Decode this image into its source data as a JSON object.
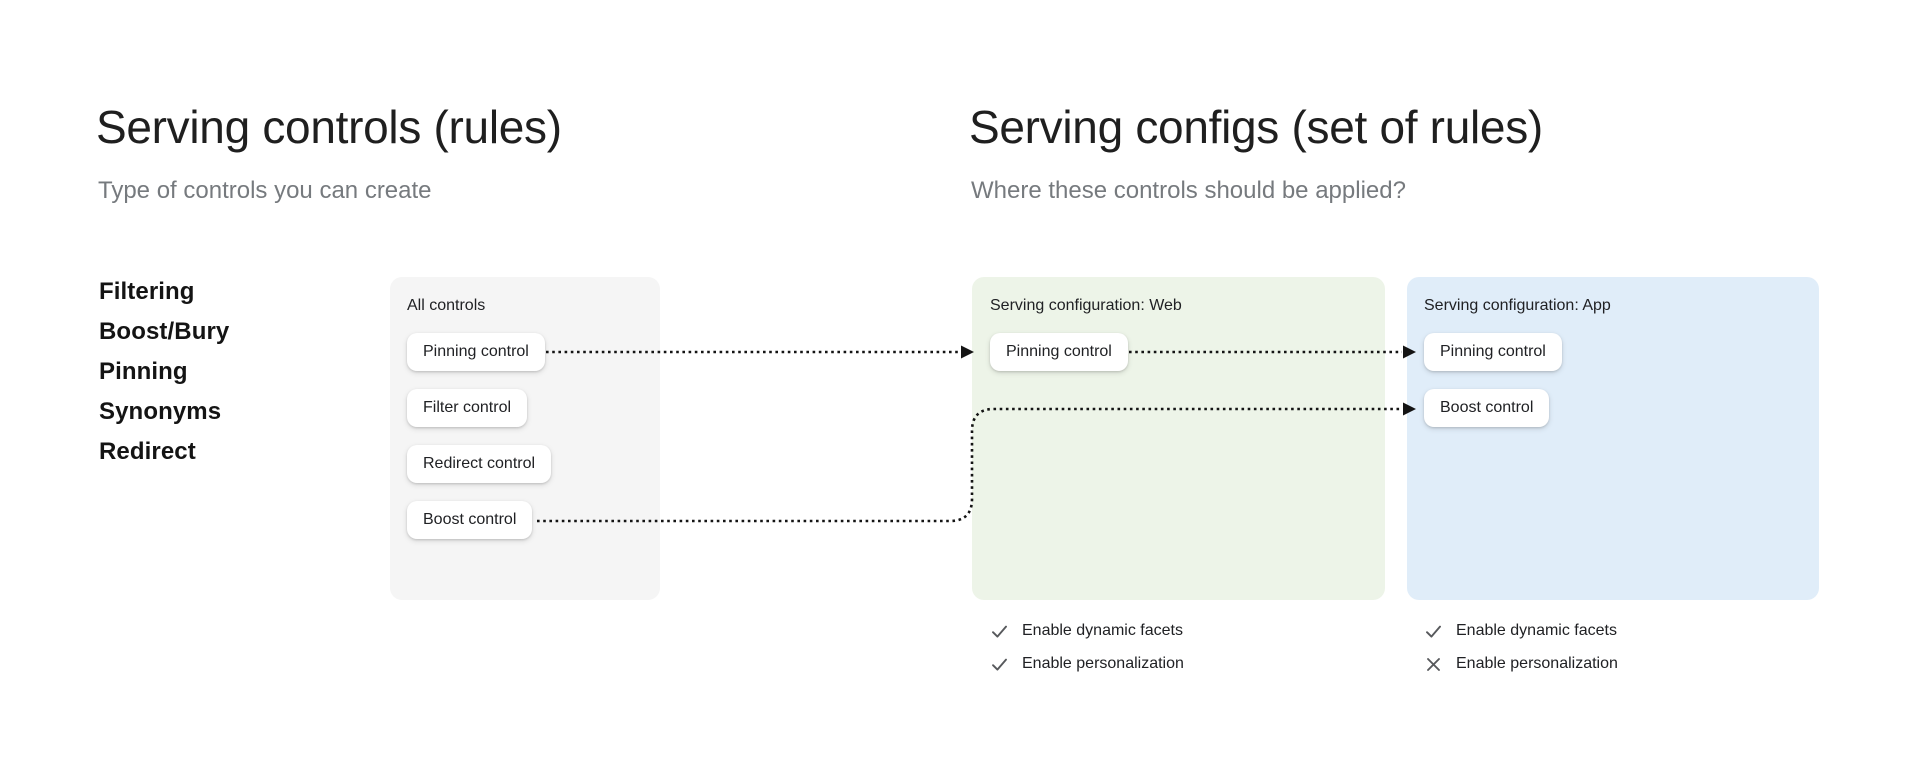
{
  "left_section": {
    "title": "Serving controls (rules)",
    "subtitle": "Type of controls you can create",
    "control_types": [
      "Filtering",
      "Boost/Bury",
      "Pinning",
      "Synonyms",
      "Redirect"
    ]
  },
  "right_section": {
    "title": "Serving configs (set of rules)",
    "subtitle": "Where these controls should be applied?"
  },
  "all_controls_card": {
    "label": "All controls",
    "controls": [
      "Pinning control",
      "Filter control",
      "Redirect control",
      "Boost control"
    ]
  },
  "web_config_card": {
    "label": "Serving configuration: Web",
    "controls": [
      "Pinning control"
    ],
    "features": [
      {
        "label": "Enable dynamic facets",
        "icon": "check"
      },
      {
        "label": "Enable personalization",
        "icon": "check"
      }
    ]
  },
  "app_config_card": {
    "label": "Serving configuration: App",
    "controls": [
      "Pinning control",
      "Boost control"
    ],
    "features": [
      {
        "label": "Enable dynamic facets",
        "icon": "check"
      },
      {
        "label": "Enable personalization",
        "icon": "cross"
      }
    ]
  },
  "connections": [
    {
      "from": "All controls / Pinning control",
      "to": "Serving configuration Web / Pinning control",
      "style": "dotted-arrow"
    },
    {
      "from": "Serving configuration Web / Pinning control",
      "to": "Serving configuration App / Pinning control",
      "style": "dotted-arrow"
    },
    {
      "from": "All controls / Boost control",
      "to": "Serving configuration App / Boost control",
      "style": "dotted-arrow"
    }
  ],
  "colors": {
    "all_controls_bg": "#f5f5f5",
    "web_card_bg": "#edf4e8",
    "app_card_bg": "#e0edf9",
    "title_color": "#1f1f1f",
    "subtitle_color": "#767a7e",
    "icon_color": "#57595c",
    "connector_color": "#141414"
  }
}
